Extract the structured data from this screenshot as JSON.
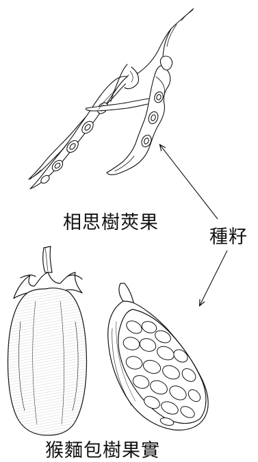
{
  "labels": {
    "acacia_pods": "相思樹莢果",
    "seeds": "種籽",
    "baobab_fruit": "猴麵包樹果實"
  },
  "colors": {
    "ink": "#111111",
    "background": "#ffffff",
    "fill": "#ffffff"
  },
  "icons": {
    "acacia": "acacia-pod-illustration",
    "baobab_whole": "baobab-fruit-whole-illustration",
    "baobab_cut": "baobab-fruit-cut-illustration",
    "arrow": "arrow-line"
  }
}
